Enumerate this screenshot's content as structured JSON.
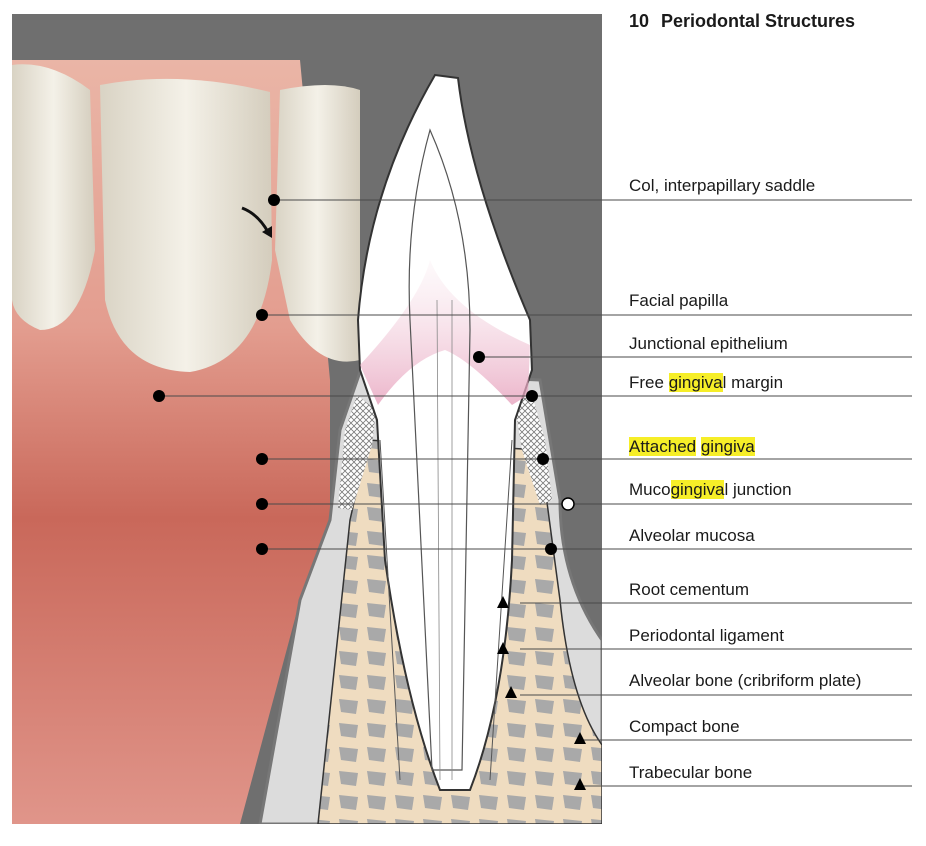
{
  "title": {
    "number": "10",
    "text": "Periodontal Structures"
  },
  "colors": {
    "highlight": "#f6ee28",
    "leader": "#4a4a4a",
    "background_panel": "#6f6f6f",
    "bone": "#efdcc0",
    "gingiva": "#d88b84"
  },
  "labels": [
    {
      "id": "col",
      "parts": [
        {
          "text": "Col, interpapillary saddle",
          "highlight": false
        }
      ],
      "marker": "dot"
    },
    {
      "id": "facial-papilla",
      "parts": [
        {
          "text": "Facial papilla",
          "highlight": false
        }
      ],
      "marker": "dot"
    },
    {
      "id": "junctional-epithelium",
      "parts": [
        {
          "text": "Junctional epithelium",
          "highlight": false
        }
      ],
      "marker": "dot"
    },
    {
      "id": "free-gingival-margin",
      "parts": [
        {
          "text": "Free ",
          "highlight": false
        },
        {
          "text": "gingiva",
          "highlight": true
        },
        {
          "text": "l margin",
          "highlight": false
        }
      ],
      "marker": "dot"
    },
    {
      "id": "attached-gingiva",
      "parts": [
        {
          "text": "Attached",
          "highlight": true
        },
        {
          "text": " ",
          "highlight": false
        },
        {
          "text": "gingiva",
          "highlight": true
        }
      ],
      "marker": "dot"
    },
    {
      "id": "mucogingival-junction",
      "parts": [
        {
          "text": "Muco",
          "highlight": false
        },
        {
          "text": "gingiva",
          "highlight": true
        },
        {
          "text": "l junction",
          "highlight": false
        }
      ],
      "marker": "dot"
    },
    {
      "id": "alveolar-mucosa",
      "parts": [
        {
          "text": "Alveolar mucosa",
          "highlight": false
        }
      ],
      "marker": "dot"
    },
    {
      "id": "root-cementum",
      "parts": [
        {
          "text": "Root cementum",
          "highlight": false
        }
      ],
      "marker": "triangle"
    },
    {
      "id": "periodontal-ligament",
      "parts": [
        {
          "text": "Periodontal ligament",
          "highlight": false
        }
      ],
      "marker": "triangle"
    },
    {
      "id": "alveolar-bone",
      "parts": [
        {
          "text": "Alveolar bone (cribriform plate)",
          "highlight": false
        }
      ],
      "marker": "triangle"
    },
    {
      "id": "compact-bone",
      "parts": [
        {
          "text": "Compact bone",
          "highlight": false
        }
      ],
      "marker": "triangle"
    },
    {
      "id": "trabecular-bone",
      "parts": [
        {
          "text": "Trabecular bone",
          "highlight": false
        }
      ],
      "marker": "triangle"
    }
  ]
}
